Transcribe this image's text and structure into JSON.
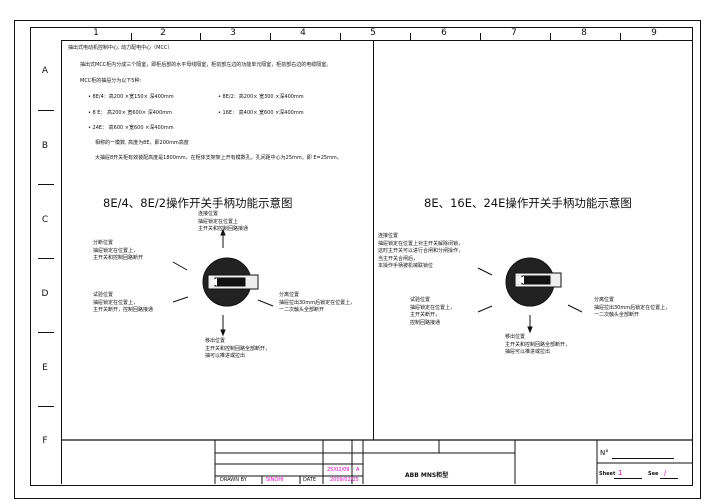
{
  "frame": {
    "columns": [
      "1",
      "2",
      "3",
      "4",
      "5",
      "6",
      "7",
      "8",
      "9"
    ],
    "rows": [
      "A",
      "B",
      "C",
      "D",
      "E",
      "F"
    ]
  },
  "intro": {
    "heading": "抽出式电动机控制中心, 动力配电中心（MCC）",
    "p1": "抽出式MCC柜内分成三个隔室，即柜后部的水平母线隔室，柜前部左边的功能单元隔室，柜前部右边的电缆隔室。",
    "p2": "MCC柜的抽屉分为以下5种:",
    "items": [
      "• 8E/4：高200 ×宽150× 深400mm",
      "• 8E/2：高200× 宽300 ×深400mm",
      "• 8 E：  高200× 宽600× 深400mm",
      "• 16E：  高400× 宽600 ×深400mm",
      "• 24E：  高600 ×宽600 ×深400mm"
    ],
    "p3": "相称的一模数, 高度为8E，即200mm高度",
    "p4": "大抽屉8开关柜有效装配高度是1800mm，在柜体支架架上开有模数孔，孔间距中心为25mm，即 E=25mm。"
  },
  "left_diagram": {
    "title": "8E/4、8E/2操作开关手柄功能示意图",
    "connect": [
      "连接位置",
      "抽屉锁定在位置上",
      "主开关和控制回路接通"
    ],
    "off": [
      "分断位置",
      "抽屉锁定在位置上，",
      "主开关和控制回路断开"
    ],
    "test": [
      "试验位置",
      "抽屉锁定在位置上，",
      "主开关断开，控制回路接通"
    ],
    "isolate": [
      "分离位置",
      "抽屉拉出30mm后锁定在位置上，",
      "一二次触头全部断开"
    ],
    "remove": [
      "移出位置",
      "主开关和控制回路全部断开，",
      "抽可以推进或拉出"
    ]
  },
  "right_diagram": {
    "title": "8E、16E、24E操作开关手柄功能示意图",
    "connect": [
      "连接位置",
      "抽屉锁定在位置上对主开关解除闭锁，",
      "这时主开关可以进行合闸和分闸操作，",
      "当主开关合闸后，",
      "本操作手柄被机械联锁位"
    ],
    "test": [
      "试验位置",
      "抽屉锁定在位置上，",
      "主开关断开，",
      "控制回路接通"
    ],
    "isolate": [
      "分离位置",
      "抽屉拉出30mm后锁定在位置上，",
      "一二次触头全部断开"
    ],
    "remove": [
      "移出位置",
      "主开关和控制回路全部断开，",
      "抽屉可以推进或拉出"
    ]
  },
  "title_block": {
    "drawn_by_label": "DRAWN BY",
    "drawn_by": "SINOHI",
    "date_label": "DATE",
    "date": "2009/02/25",
    "rev_date": "25/02/09",
    "rev": "A",
    "project": "ABB MNS柜型",
    "no_label": "N°",
    "sheet_label": "Sheet",
    "sheet": "1",
    "see_label": "See",
    "see": "/"
  },
  "colors": {
    "accent": "#dd00cc",
    "line": "#111111"
  }
}
